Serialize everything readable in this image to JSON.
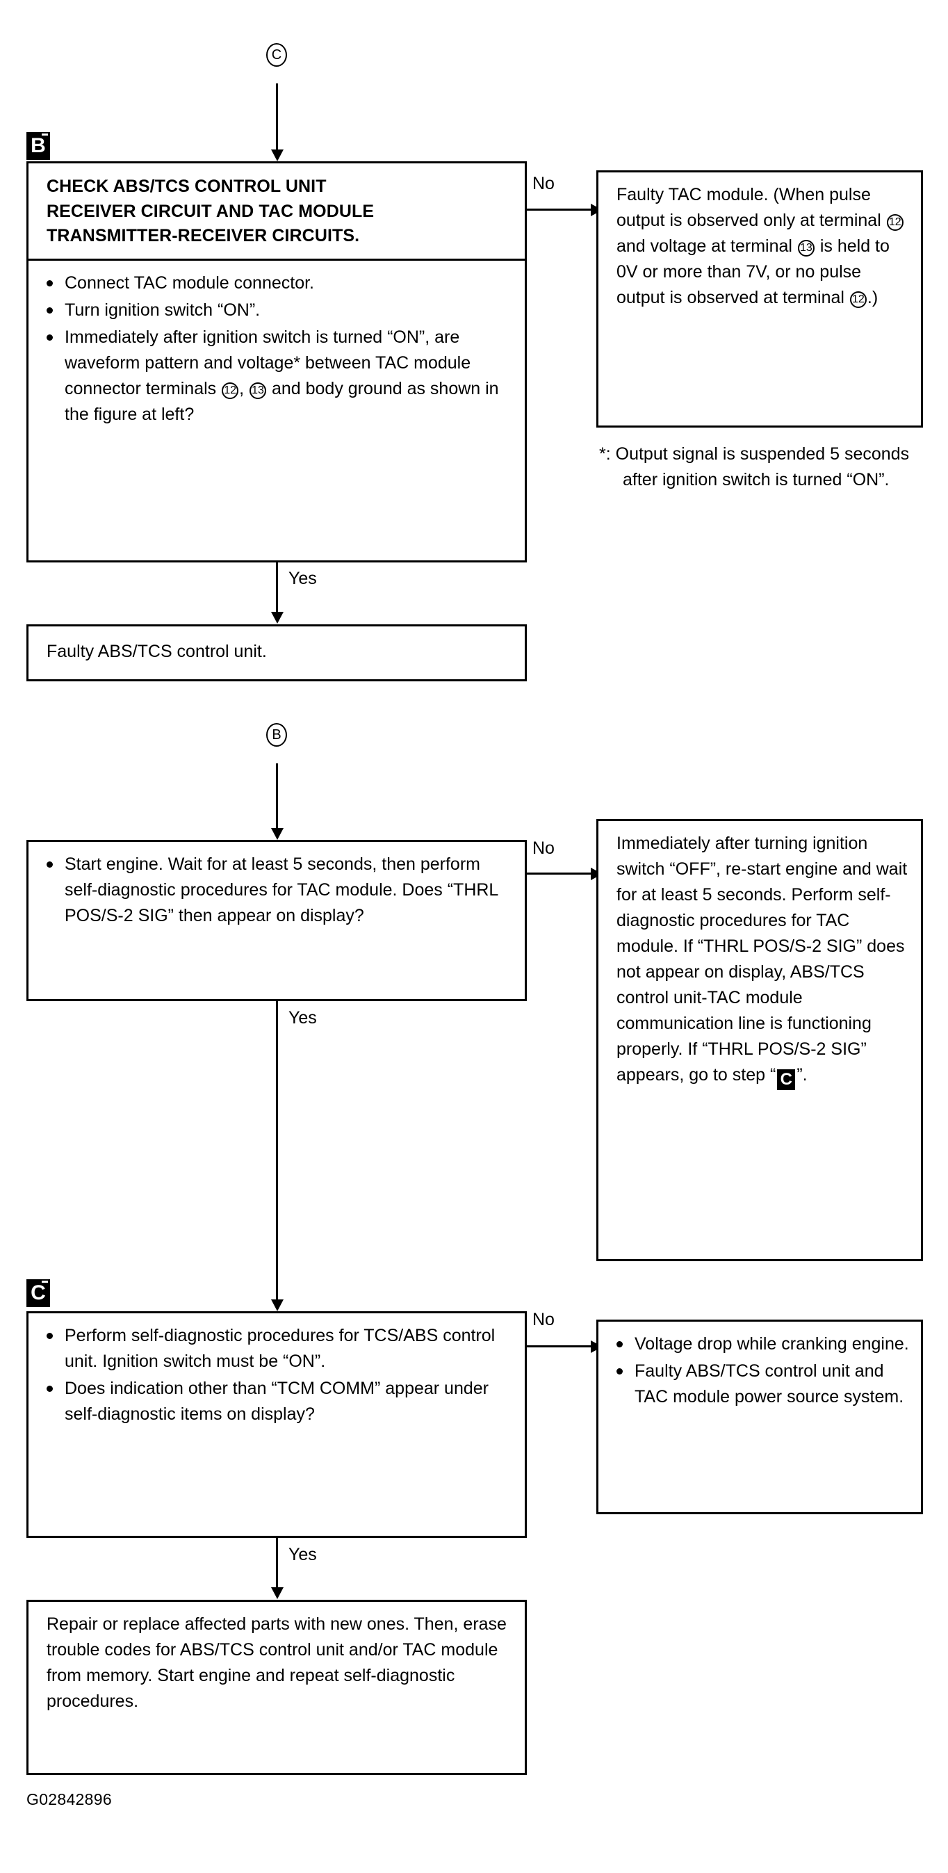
{
  "figure": {
    "id_code": "G02842896",
    "type": "troubleshooting-flowchart"
  },
  "connectors": {
    "top_ref_label": "C",
    "mid_ref_label": "B",
    "branch_yes": "Yes",
    "branch_no": "No"
  },
  "steps": [
    {
      "badge": "B",
      "heading_lines": [
        "CHECK ABS/TCS CONTROL UNIT",
        "RECEIVER CIRCUIT AND TAC MODULE",
        "TRANSMITTER-RECEIVER CIRCUITS."
      ],
      "bullets": [
        "Connect TAC module connector.",
        "Turn ignition switch “ON”.",
        "Immediately after ignition switch is turned “ON”, are waveform pattern and voltage* between TAC module connector terminals ⑩⑩, ⑩⑩ and body ground as shown in the figure at left?"
      ],
      "bullet3_part1": "Immediately after ignition switch is turned “ON”, are waveform pattern and voltage* between TAC module connector terminals ",
      "bullet3_term_a": "12",
      "bullet3_mid": ", ",
      "bullet3_term_b": "13",
      "bullet3_part2": " and body ground as shown in the figure at left?",
      "no_result": {
        "part1": "Faulty TAC module. (When pulse output is observed only at terminal ",
        "term_a": "12",
        "part2": " and voltage at terminal ",
        "term_b": "13",
        "part3": " is held to 0V or more than 7V, or no pulse output is observed at terminal ",
        "term_c": "12",
        "part4": ".)"
      },
      "footnote": "*: Output signal is suspended 5 seconds after ignition switch is turned “ON”.",
      "yes_result": "Faulty ABS/TCS control unit."
    },
    {
      "badge": "",
      "bullets": [
        "Start engine. Wait for at least 5 seconds, then perform self-diagnostic procedures for TAC module. Does “THRL POS/S-2 SIG” then appear on display?"
      ],
      "no_result": {
        "part1": "Immediately after turning ignition switch “OFF”, re-start engine and wait for at least 5 seconds. Perform self-diagnostic procedures for TAC module. If “THRL POS/S-2 SIG” does not appear on display, ABS/TCS control unit-TAC module communication line is functioning properly. If “THRL POS/S-2 SIG” appears, go to step “",
        "inline_badge": "C",
        "part2": "”."
      }
    },
    {
      "badge": "C",
      "bullets": [
        "Perform self-diagnostic procedures for TCS/ABS control unit. Ignition switch must be “ON”.",
        "Does indication other than “TCM COMM” appear under self-diagnostic items on display?"
      ],
      "no_result_bullets": [
        "Voltage drop while cranking engine.",
        "Faulty ABS/TCS control unit and TAC module power source system."
      ],
      "yes_result": "Repair or replace affected parts with new ones. Then, erase trouble codes for ABS/TCS control unit and/or TAC module from memory. Start engine and repeat self-diagnostic procedures."
    }
  ]
}
